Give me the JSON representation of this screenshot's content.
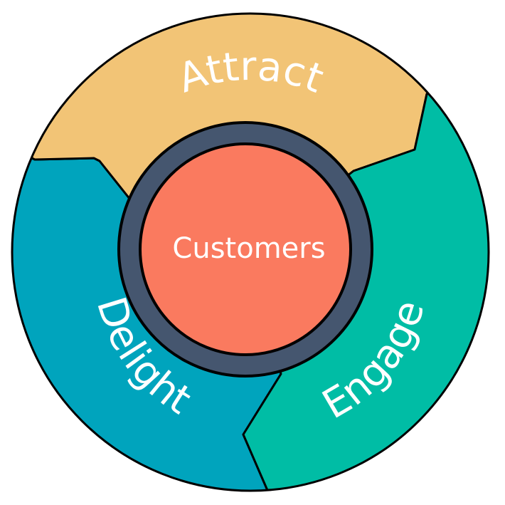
{
  "diagram": {
    "center": {
      "label": "Customers",
      "color": "#FA7A5F",
      "ring_color": "#45566F"
    },
    "segments": [
      {
        "id": "attract",
        "label": "Attract",
        "color": "#F2C476"
      },
      {
        "id": "engage",
        "label": "Engage",
        "color": "#00BDA5"
      },
      {
        "id": "delight",
        "label": "Delight",
        "color": "#00A4BD"
      }
    ],
    "outline_color": "#000000"
  }
}
